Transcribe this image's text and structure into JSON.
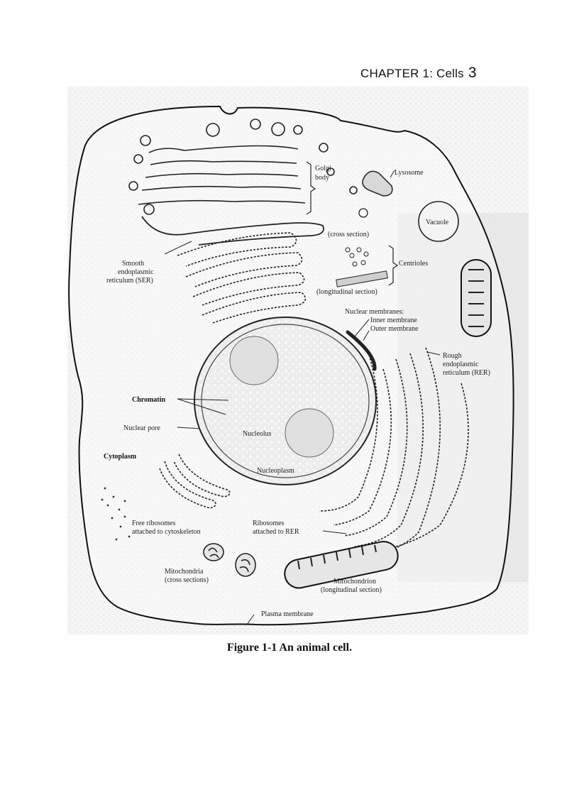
{
  "header": {
    "chapter": "CHAPTER 1: Cells",
    "page_number": "3"
  },
  "figure": {
    "labels": {
      "golgi": "Golgi",
      "golgi2": "body",
      "lysosome": "Lysosome",
      "vacuole": "Vacuole",
      "cross_section": "(cross section)",
      "centrioles": "Centrioles",
      "long_section": "(longitudinal section)",
      "ser1": "Smooth",
      "ser2": "endoplasmic",
      "ser3": "reticulum (SER)",
      "nm1": "Nuclear membranes:",
      "nm2": "Inner membrane",
      "nm3": "Outer membrane",
      "rer1": "Rough",
      "rer2": "endoplasmic",
      "rer3": "reticulum (RER)",
      "chromatin": "Chromatin",
      "nuclear_pore": "Nuclear pore",
      "nucleolus": "Nucleolus",
      "cytoplasm": "Cytoplasm",
      "nucleoplasm": "Nucleoplasm",
      "free_rib1": "Free ribosomes",
      "free_rib2": "attached to cytoskeleton",
      "rib_rer1": "Ribosomes",
      "rib_rer2": "attached to RER",
      "mito_cs1": "Mitochondria",
      "mito_cs2": "(cross sections)",
      "mito_l1": "Mitochondrion",
      "mito_l2": "(longitudinal section)",
      "plasma": "Plasma membrane"
    },
    "caption": "Figure 1-1 An animal cell."
  }
}
